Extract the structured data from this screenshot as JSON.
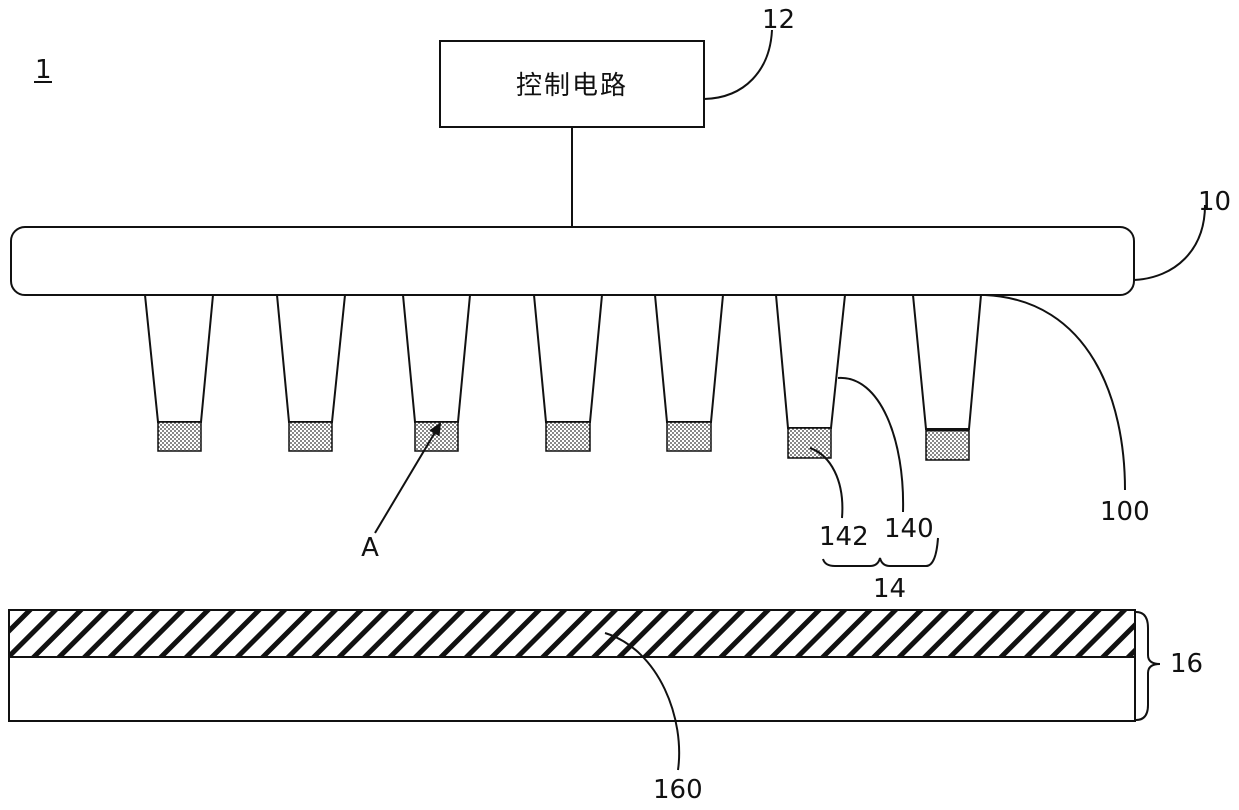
{
  "figure_label": "1",
  "control_circuit": {
    "text": "控制电路",
    "ref": "12"
  },
  "substrate": {
    "ref": "10",
    "surface_ref": "100"
  },
  "array": {
    "ref": "14",
    "body_ref": "140",
    "tip_ref": "142",
    "emitter_count": 7
  },
  "marker": {
    "text": "A"
  },
  "target": {
    "ref": "16",
    "layer_ref": "160"
  }
}
